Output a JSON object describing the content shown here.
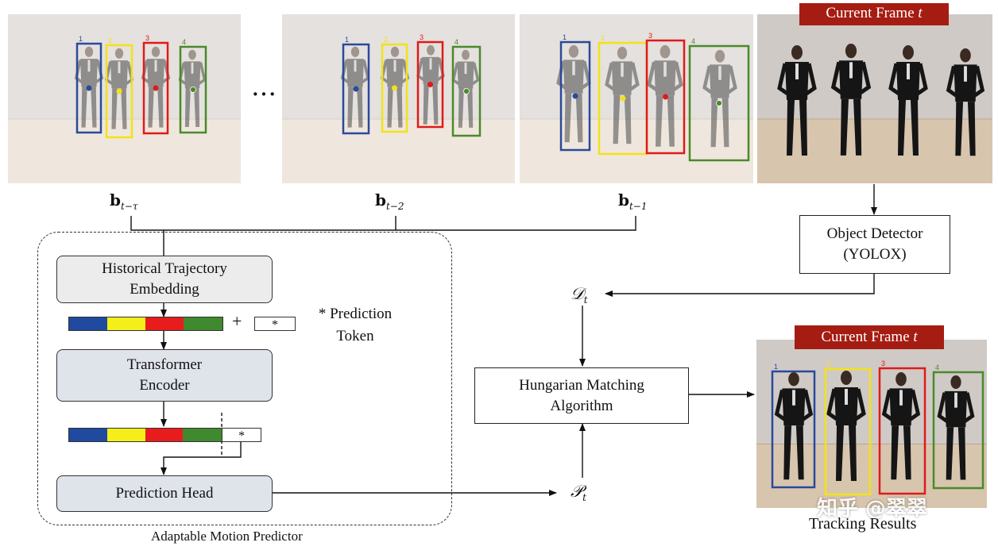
{
  "frames": {
    "ellipsis": "···",
    "b_labels": [
      {
        "base": "b",
        "sub": "t−τ"
      },
      {
        "base": "b",
        "sub": "t−2"
      },
      {
        "base": "b",
        "sub": "t−1"
      }
    ],
    "current_frame": {
      "text": "Current Frame ",
      "var": "t"
    },
    "box_numbers": [
      "1",
      "2",
      "3",
      "4"
    ],
    "box_colors": [
      "#2a4a9a",
      "#f2e21a",
      "#e01a1a",
      "#4a8a2a"
    ]
  },
  "predictor": {
    "historical_embedding": [
      "Historical Trajectory",
      "Embedding"
    ],
    "plus": "+",
    "star": "*",
    "prediction_token": [
      "* Prediction",
      "Token"
    ],
    "transformer_encoder": [
      "Transformer",
      "Encoder"
    ],
    "prediction_head": "Prediction Head",
    "label": "Adaptable Motion Predictor",
    "token_colors": [
      "#1f4aa0",
      "#f4ef1a",
      "#e81c1c",
      "#3f8a2e"
    ]
  },
  "detector": {
    "lines": [
      "Object Detector",
      "(YOLOX)"
    ]
  },
  "matching": {
    "lines": [
      "Hungarian Matching",
      "Algorithm"
    ]
  },
  "symbols": {
    "D": {
      "base": "𝒟",
      "sub": "t"
    },
    "P": {
      "base": "𝒫",
      "sub": "t"
    }
  },
  "results": {
    "current_frame": {
      "text": "Current Frame ",
      "var": "t"
    },
    "label": "Tracking Results"
  },
  "watermark": "知乎 @翠翠"
}
